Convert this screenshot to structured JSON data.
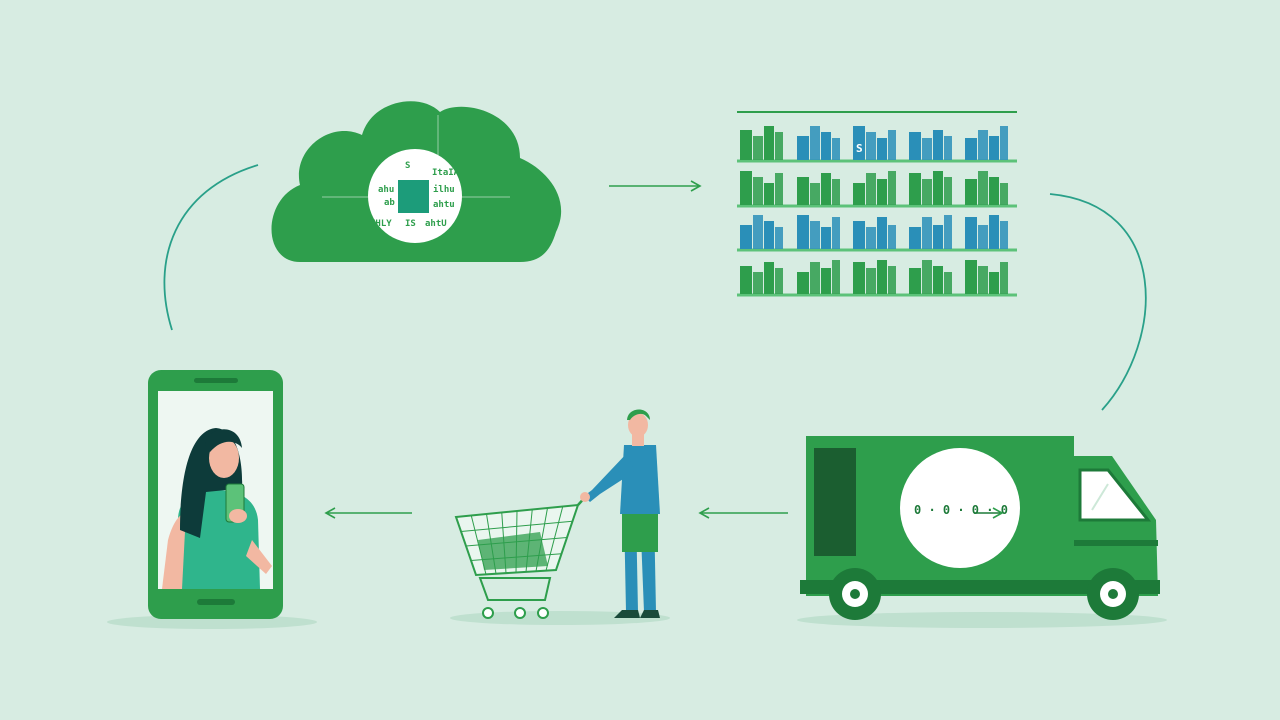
{
  "colors": {
    "background": "#d7ece2",
    "primary_green": "#2e9e4c",
    "dark_green": "#1d7a39",
    "light_green": "#5cc279",
    "blue": "#2a8fb8",
    "teal_line": "#29a089",
    "white": "#ffffff",
    "phone_screen": "#eef7f2",
    "shirt": "#2fb58c",
    "hair": "#0d3b3a",
    "skin": "#f2b8a2"
  },
  "cloud": {
    "icon": "qr-chip-icon",
    "glyph_labels": [
      "S",
      "ItaIA",
      "ahu",
      "ilhu",
      "ab",
      "ahtu",
      "HHLY",
      "IS",
      "ahtU"
    ]
  },
  "shelves": {
    "icon": "inventory-shelves-icon",
    "labels": [
      "S"
    ]
  },
  "truck": {
    "icon": "delivery-truck-icon",
    "badge_glyphs": "0 · 0 · 0 · 0",
    "badge_arrow": "arrow-right-icon"
  },
  "shopper": {
    "icon": "shopper-with-cart-icon"
  },
  "phone": {
    "icon": "smartphone-customer-icon"
  },
  "flow_arrows": [
    "cloud-to-shelves-arrow",
    "shelves-to-truck-curve",
    "truck-to-shopper-arrow",
    "shopper-to-phone-arrow",
    "phone-to-cloud-curve"
  ]
}
